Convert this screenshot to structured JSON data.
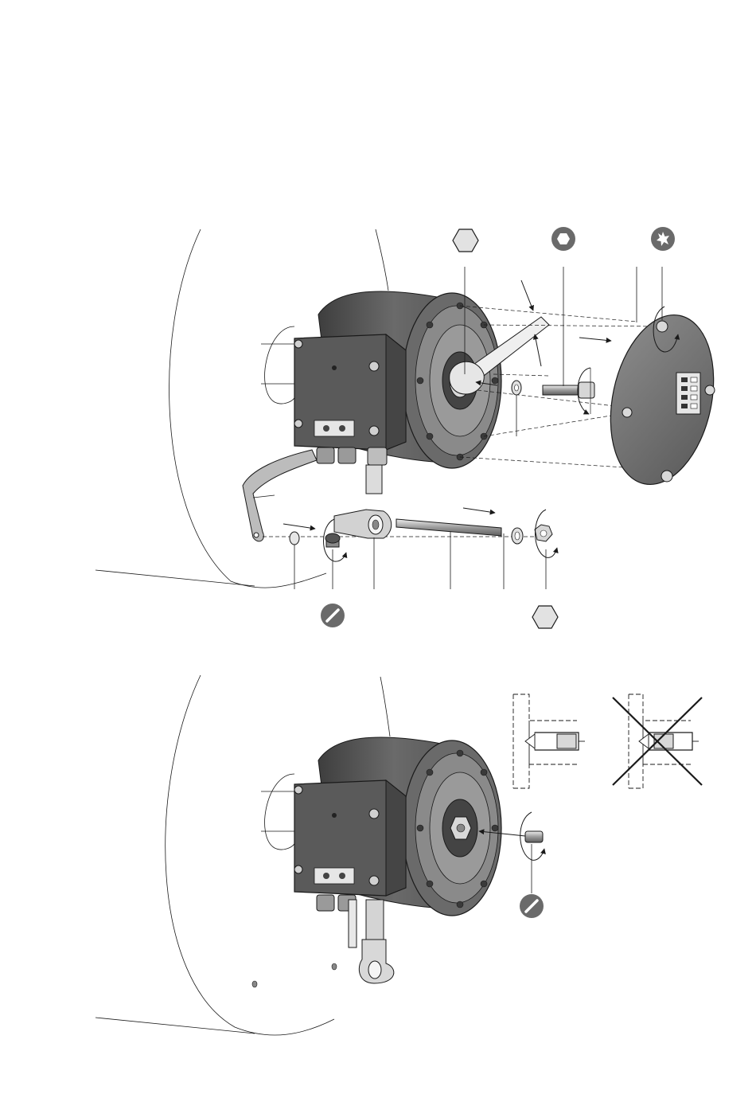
{
  "figures": [
    {
      "name": "exploded-assembly",
      "tool_icons": [
        "hex-nut-icon",
        "hex-socket-icon",
        "torx-icon",
        "slotted-screwdriver-icon",
        "hex-nut-icon"
      ]
    },
    {
      "name": "mounted-assembly",
      "tool_icons": [
        "slotted-screwdriver-icon"
      ],
      "detail_views": [
        "correct-seating-detail",
        "incorrect-seating-detail"
      ]
    }
  ],
  "colors": {
    "line": "#1a1a1a",
    "housing_dark": "#4d4d4d",
    "housing_mid": "#6e6e6e",
    "housing_light": "#8a8a8a",
    "metal": "#c9c9c9",
    "icon_fill": "#6a6a6a",
    "icon_hex_fill": "#e2e2e2"
  }
}
